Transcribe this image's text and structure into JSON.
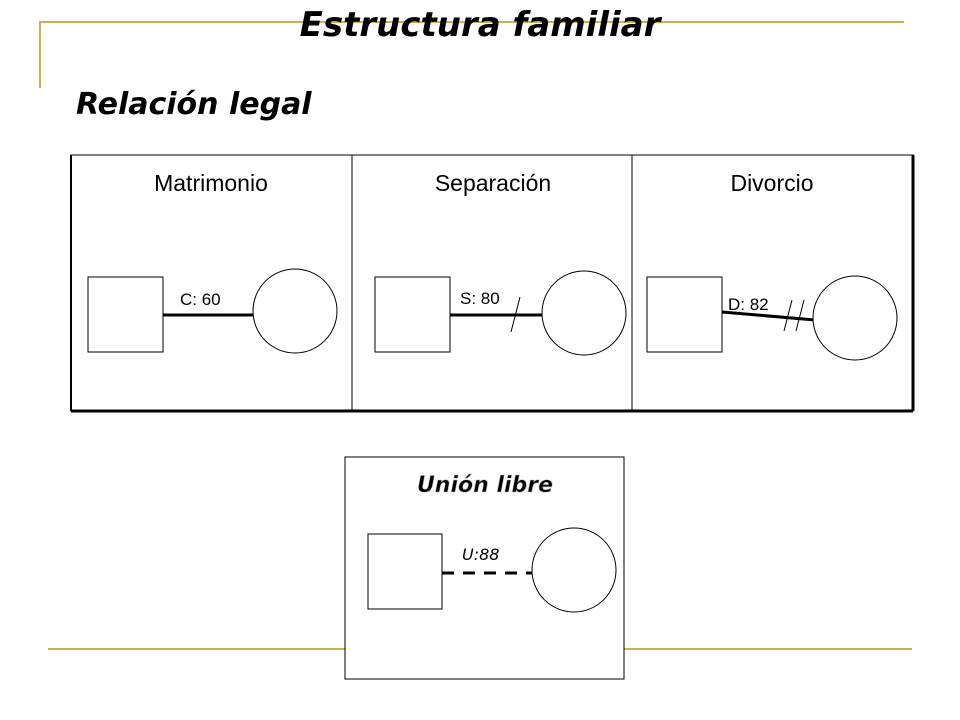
{
  "slide": {
    "title": "Estructura familiar",
    "section": "Relación legal"
  },
  "relations": [
    {
      "key": "matrimonio",
      "label": "Matrimonio",
      "code": "C: 60",
      "line": "solid"
    },
    {
      "key": "separacion",
      "label": "Separación",
      "code": "S: 80",
      "line": "solid-one-slash"
    },
    {
      "key": "divorcio",
      "label": "Divorcio",
      "code": "D: 82",
      "line": "solid-two-slashes"
    }
  ],
  "union": {
    "label": "Unión libre",
    "code": "U:88",
    "line": "dashed"
  },
  "symbols": {
    "male": "square",
    "female": "circle"
  },
  "colors": {
    "accent": "#c9b34a",
    "ink": "#000000",
    "background": "#ffffff"
  }
}
